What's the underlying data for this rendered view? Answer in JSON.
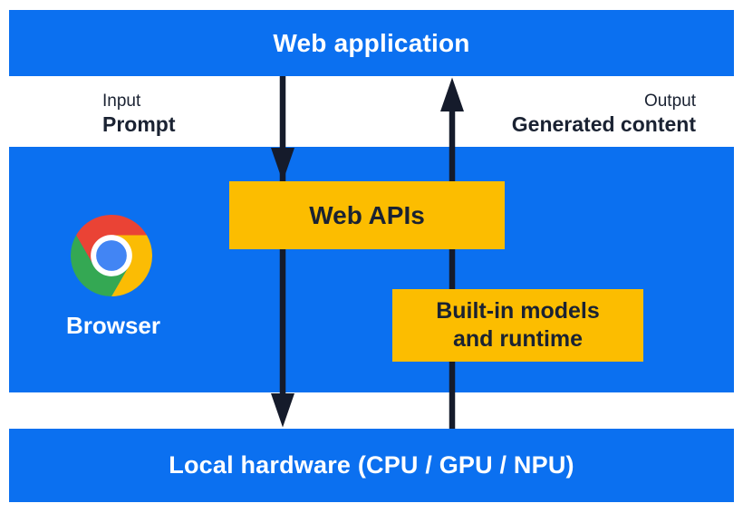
{
  "title_bar": {
    "label": "Web application"
  },
  "io_labels": {
    "input_caption": "Input",
    "input_label": "Prompt",
    "output_caption": "Output",
    "output_label": "Generated content"
  },
  "browser_section": {
    "browser_label": "Browser",
    "web_apis_label": "Web APIs",
    "builtin_line1": "Built-in models",
    "builtin_line2": "and runtime"
  },
  "hardware_bar": {
    "label": "Local hardware (CPU / GPU / NPU)"
  },
  "icons": {
    "chrome_logo": "chrome-browser-logo",
    "down_arrow": "input-flow-arrow",
    "up_arrow": "output-flow-arrow"
  },
  "colors": {
    "panel_blue": "#0B70F0",
    "box_yellow": "#FCBD00",
    "arrow_dark": "#151B2B",
    "text_dark": "#1A2232",
    "chrome_red": "#EA4335",
    "chrome_yellow": "#FBBC04",
    "chrome_green": "#34A853",
    "chrome_blue": "#4285F4"
  }
}
